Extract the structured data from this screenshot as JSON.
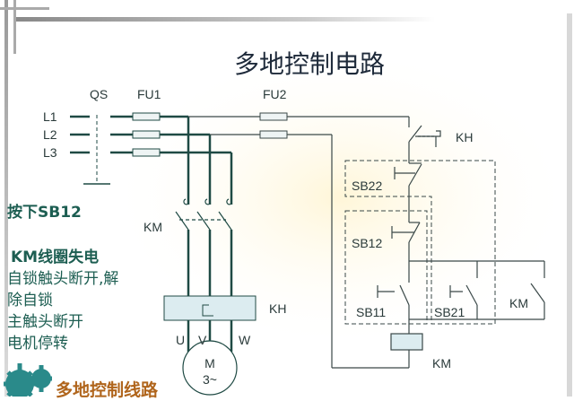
{
  "title": "多地控制电路",
  "colors": {
    "wire_main": "#1f4a44",
    "wire_thin": "#3a4848",
    "note_text": "#1d5e52",
    "footer_text": "#b0651c",
    "component_fill": "#dcecf0"
  },
  "labels": {
    "qs": "QS",
    "fu1": "FU1",
    "fu2": "FU2",
    "l1": "L1",
    "l2": "L2",
    "l3": "L3",
    "km_main": "KM",
    "kh_main": "KH",
    "u": "U",
    "v": "V",
    "w": "W",
    "motor_m": "M",
    "motor_phase": "3~",
    "kh_ctrl": "KH",
    "sb22": "SB22",
    "sb12": "SB12",
    "sb11": "SB11",
    "sb21": "SB21",
    "km_contact": "KM",
    "km_coil": "KM"
  },
  "notes": {
    "press": "按下SB12",
    "line1": "KM线圈失电",
    "line2": "自锁触头断开,解",
    "line3": "除自锁",
    "line4": "主触头断开",
    "line5": "电机停转"
  },
  "footer": {
    "text": "多地控制线路",
    "icon": "gear-icon"
  }
}
